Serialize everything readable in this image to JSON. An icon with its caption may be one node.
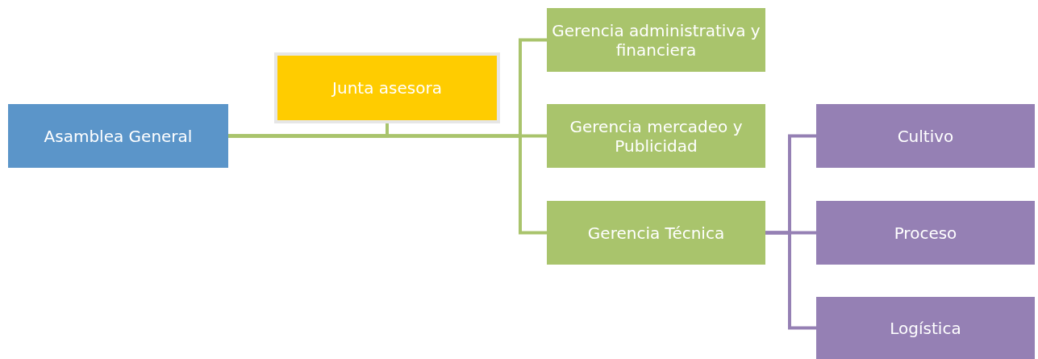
{
  "diagram": {
    "nodes": [
      {
        "text": [
          "Asamblea General"
        ]
      },
      {
        "text": [
          "Junta asesora"
        ]
      },
      {
        "text": [
          "Gerencia administrativa y financiera"
        ]
      },
      {
        "text": [
          "Gerencia mercadeo y Publicidad"
        ]
      },
      {
        "text": [
          "Gerencia Técnica"
        ]
      },
      {
        "text": [
          "Cultivo"
        ]
      },
      {
        "text": [
          "Proceso"
        ]
      },
      {
        "text": [
          "Logística"
        ]
      }
    ],
    "edges": [
      {
        "from": 0,
        "to": 1,
        "arrow": "none"
      },
      {
        "from": 0,
        "to": 2,
        "arrow": "none"
      },
      {
        "from": 0,
        "to": 3,
        "arrow": "none"
      },
      {
        "from": 0,
        "to": 4,
        "arrow": "none"
      },
      {
        "from": 4,
        "to": 5,
        "arrow": "none",
        "color": "#9580b4"
      },
      {
        "from": 4,
        "to": 6,
        "arrow": "none",
        "color": "#9580b4"
      },
      {
        "from": 4,
        "to": 7,
        "arrow": "none",
        "color": "#9580b4"
      }
    ]
  }
}
